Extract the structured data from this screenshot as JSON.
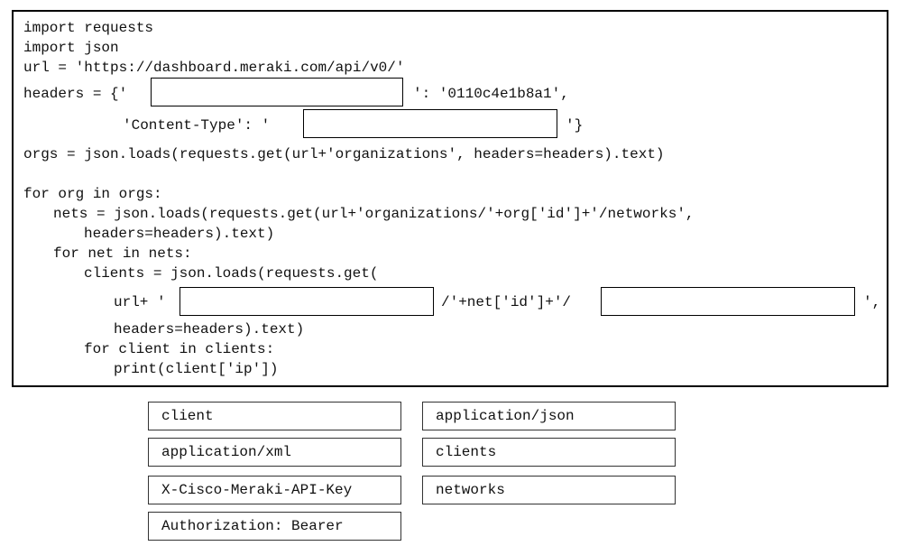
{
  "code": {
    "line1": "import requests",
    "line2": "import json",
    "line3": "url = 'https://dashboard.meraki.com/api/v0/'",
    "line4_pre": "headers = {'",
    "line4_post": "': '0110c4e1b8a1',",
    "line5_pre": "'Content-Type': '",
    "line5_post": "'}",
    "line6": "orgs = json.loads(requests.get(url+'organizations', headers=headers).text)",
    "line7": "for org in orgs:",
    "line8": "nets = json.loads(requests.get(url+'organizations/'+org['id']+'/networks',",
    "line9": "headers=headers).text)",
    "line10": "for net in nets:",
    "line11": "clients = json.loads(requests.get(",
    "line12_pre": "url+ '",
    "line12_mid": "/'+net['id']+'/",
    "line12_post": "',",
    "line13": "headers=headers).text)",
    "line14": "for client in clients:",
    "line15": "print(client['ip'])"
  },
  "options": [
    "client",
    "application/json",
    "application/xml",
    "clients",
    "X-Cisco-Meraki-API-Key",
    "networks",
    "Authorization: Bearer"
  ]
}
